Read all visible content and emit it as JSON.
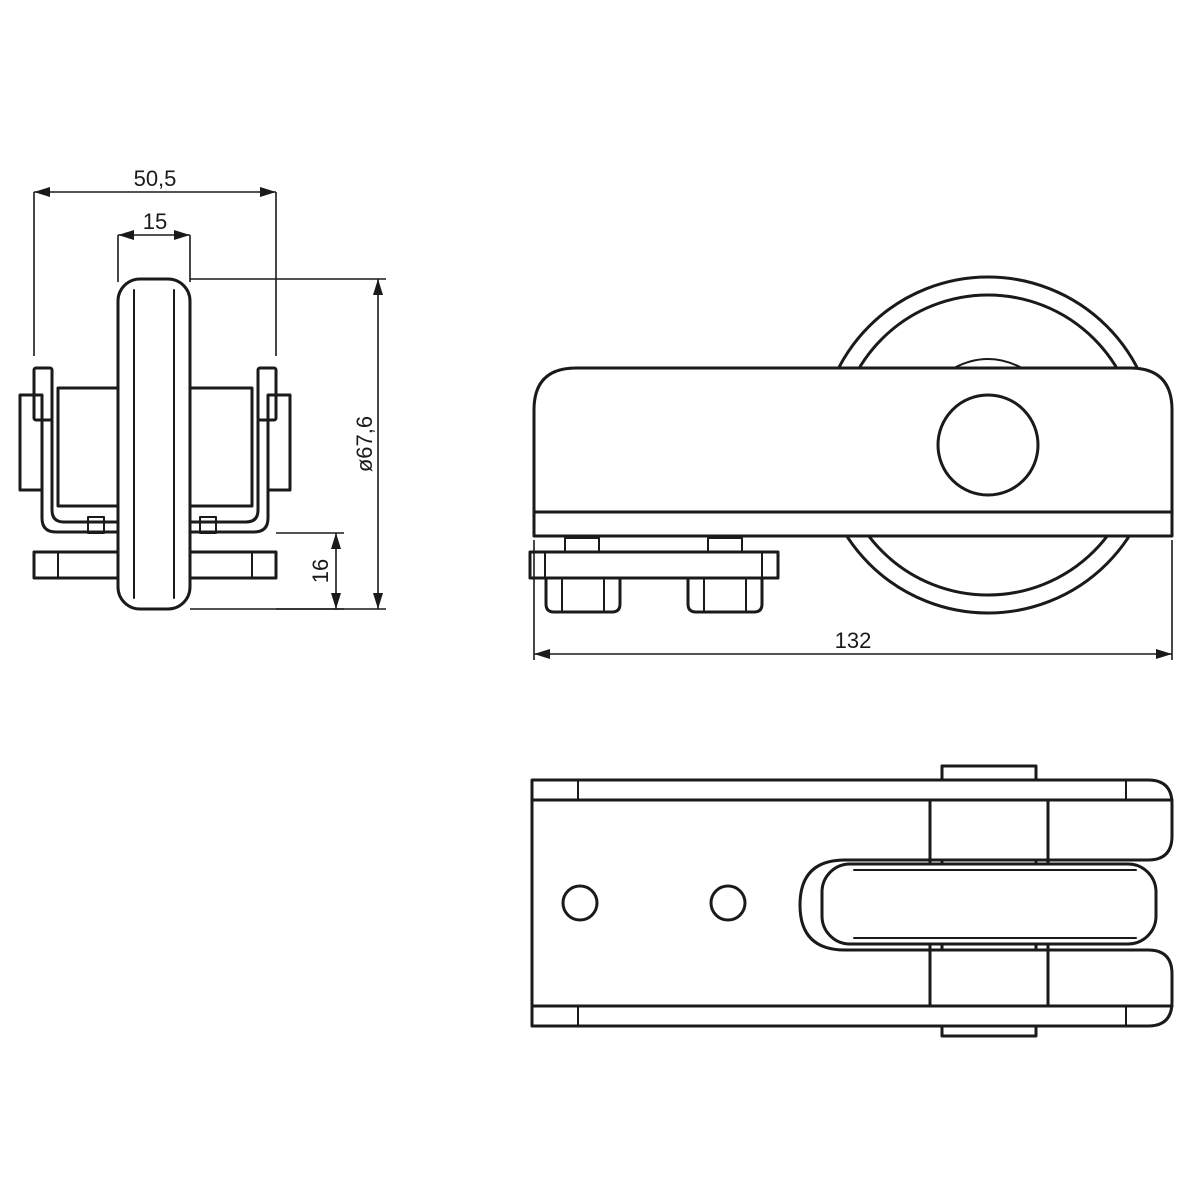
{
  "dimensions": {
    "overall_width": "50,5",
    "wheel_width": "15",
    "wheel_diameter": "ø67,6",
    "mount_height": "16",
    "overall_length": "132"
  }
}
